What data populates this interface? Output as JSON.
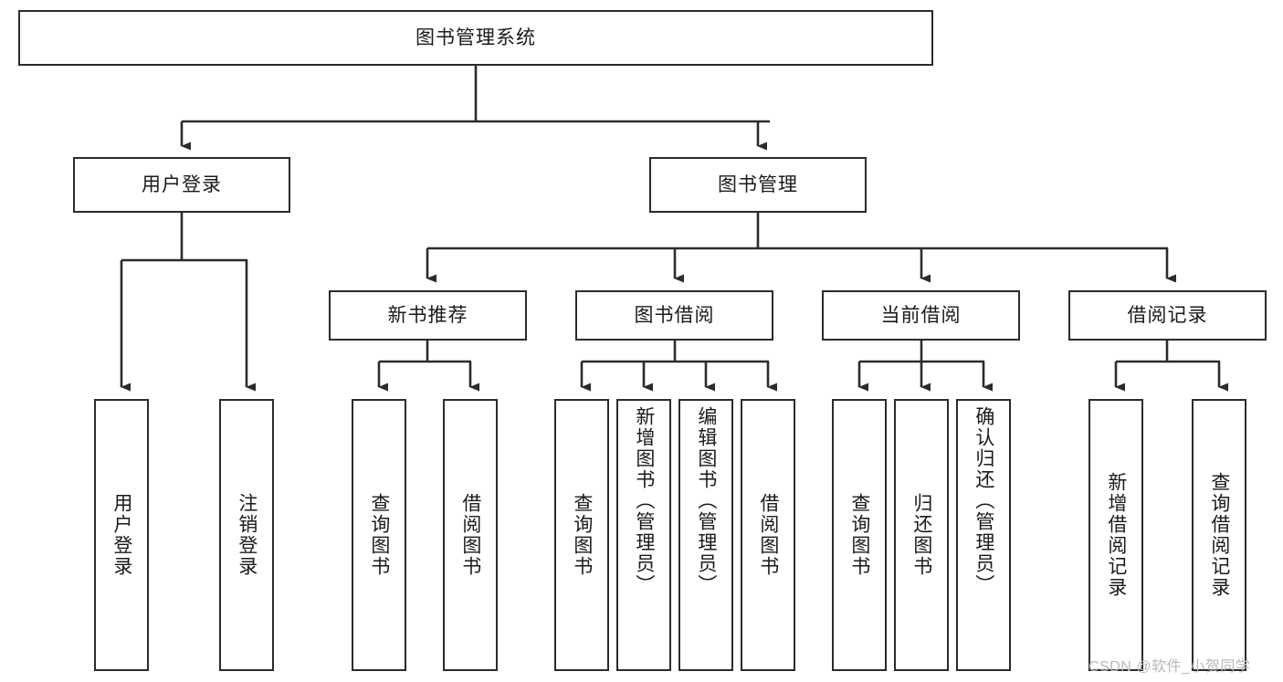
{
  "diagram": {
    "title": "图书管理系统",
    "type": "tree",
    "watermark": "CSDN @软件_小贺同学",
    "colors": {
      "border": "#2b2b2b",
      "background": "#ffffff",
      "text": "#1a1a1a",
      "watermark": "#b8b8b8"
    },
    "nodes": {
      "root": {
        "label": "图书管理系统"
      },
      "level1": [
        {
          "id": "user-login",
          "label": "用户登录"
        },
        {
          "id": "book-manage",
          "label": "图书管理"
        }
      ],
      "level2": [
        {
          "id": "new-book-rec",
          "label": "新书推荐"
        },
        {
          "id": "book-borrow",
          "label": "图书借阅"
        },
        {
          "id": "current-borrow",
          "label": "当前借阅"
        },
        {
          "id": "borrow-record",
          "label": "借阅记录"
        }
      ],
      "leaves": {
        "user_login": [
          {
            "id": "leaf-user-login",
            "label": "用户登录"
          },
          {
            "id": "leaf-logout-login",
            "label": "注销登录"
          }
        ],
        "new_book_rec": [
          {
            "id": "leaf-query-book-1",
            "label": "查询图书"
          },
          {
            "id": "leaf-borrow-book-1",
            "label": "借阅图书"
          }
        ],
        "book_borrow": [
          {
            "id": "leaf-query-book-2",
            "label": "查询图书"
          },
          {
            "id": "leaf-add-book",
            "label": "新增图书（管理员）"
          },
          {
            "id": "leaf-edit-book",
            "label": "编辑图书（管理员）"
          },
          {
            "id": "leaf-borrow-book-2",
            "label": "借阅图书"
          }
        ],
        "current_borrow": [
          {
            "id": "leaf-query-book-3",
            "label": "查询图书"
          },
          {
            "id": "leaf-return-book",
            "label": "归还图书"
          },
          {
            "id": "leaf-confirm-return",
            "label": "确认归还（管理员）"
          }
        ],
        "borrow_record": [
          {
            "id": "leaf-add-record",
            "label": "新增借阅记录"
          },
          {
            "id": "leaf-query-record",
            "label": "查询借阅记录"
          }
        ]
      }
    }
  }
}
